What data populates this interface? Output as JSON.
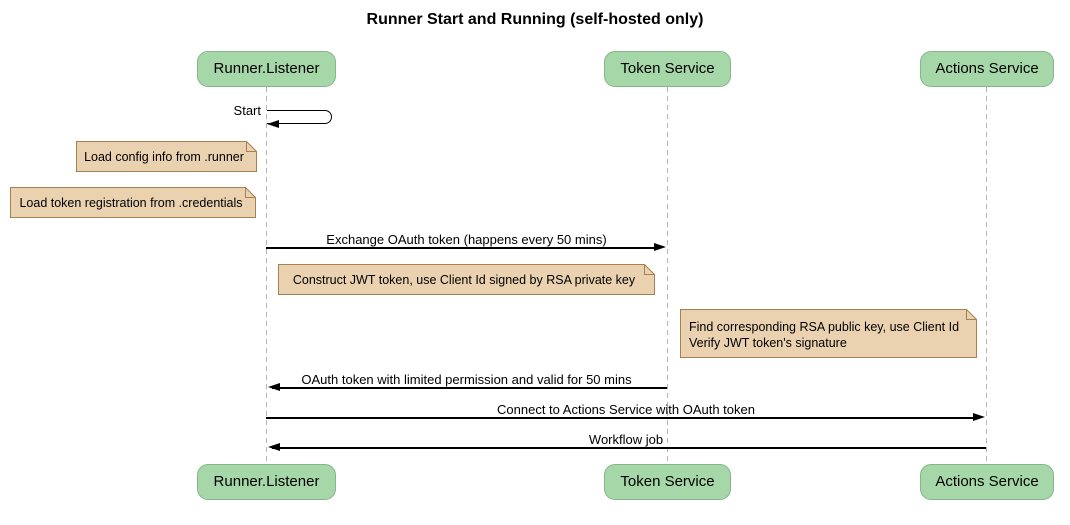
{
  "title": "Runner Start and Running (self-hosted only)",
  "participants": [
    {
      "label": "Runner.Listener"
    },
    {
      "label": "Token Service"
    },
    {
      "label": "Actions Service"
    }
  ],
  "messages": {
    "start": "Start",
    "exchange_oauth": "Exchange OAuth token (happens every 50 mins)",
    "oauth_return": "OAuth token with limited permission and valid for 50 mins",
    "connect_actions": "Connect to Actions Service with OAuth token",
    "workflow_job": "Workflow job"
  },
  "notes": {
    "load_config": "Load config info from .runner",
    "load_token_registration": "Load token registration from .credentials",
    "construct_jwt": "Construct JWT token, use Client Id signed by RSA private key",
    "verify_jwt_line1": "Find corresponding RSA public key, use Client Id",
    "verify_jwt_line2": "Verify JWT token's signature"
  },
  "colors": {
    "participant_fill": "#a6d7a8",
    "participant_border": "#86b589",
    "note_fill": "#ead2b0",
    "note_border": "#a6804e",
    "lifeline": "#b5b5b5",
    "arrow": "#000000",
    "background": "#ffffff"
  }
}
